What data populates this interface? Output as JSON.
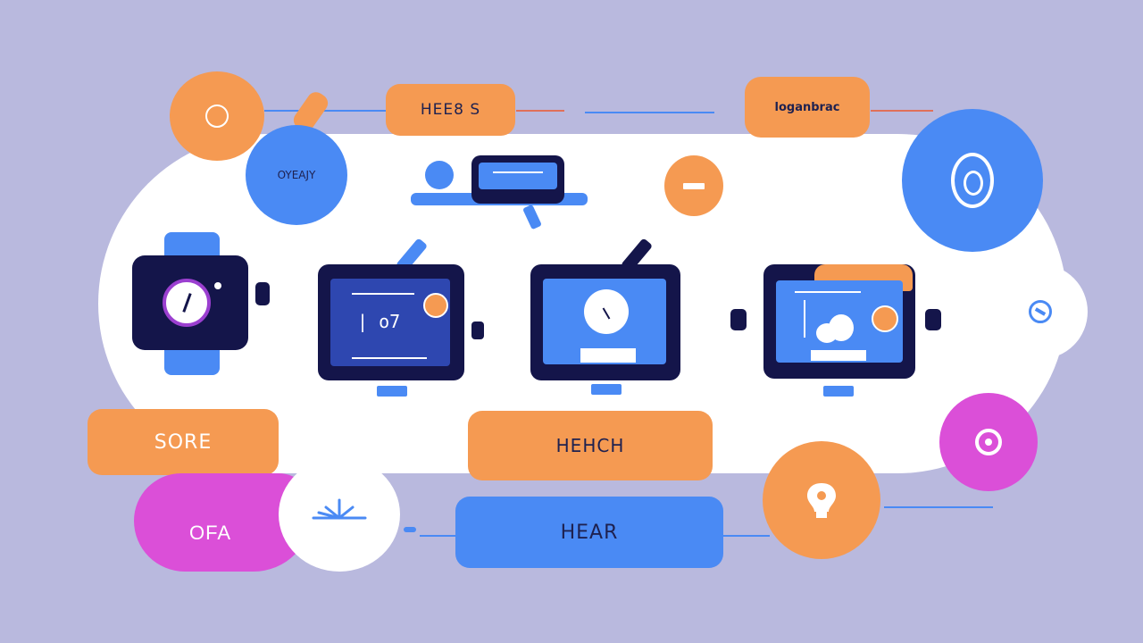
{
  "colors": {
    "background": "#b9b9de",
    "panel": "#ffffff",
    "orange": "#f59a52",
    "blue": "#4a8af4",
    "navy": "#14154a",
    "magenta": "#db4fd8",
    "purple": "#9b3fd0"
  },
  "labels": {
    "top_center_pill": "HEE8 S",
    "top_right_pill": "loganbrac",
    "blue_circle_left": "OYEAJY",
    "left_pill": "SORE",
    "center_pill": "HEHCH",
    "bottom_left_blob": "OFA",
    "bottom_center_pill": "HEAR"
  },
  "devices": {
    "monitor_1_text": "| o7"
  },
  "icons": [
    "ring-icon",
    "slot-icon",
    "eye-icon",
    "block-icon",
    "donut-icon",
    "bulb-icon",
    "sprout-icon",
    "watch-icon",
    "clock-icon",
    "photo-icon"
  ]
}
